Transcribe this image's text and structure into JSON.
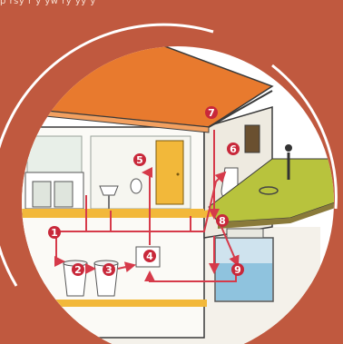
{
  "header": {
    "partial_text": "p rsy r y yw ry yy y"
  },
  "colors": {
    "background": "#c0593f",
    "circle": "#ffffff",
    "roof": "#e87a2e",
    "pipe": "#d63a4a",
    "marker": "#c8283a",
    "floor": "#f2b83a",
    "grass": "#b8c33d"
  },
  "markers": [
    {
      "id": "marker-1",
      "label": "1"
    },
    {
      "id": "marker-2",
      "label": "2"
    },
    {
      "id": "marker-3",
      "label": "3"
    },
    {
      "id": "marker-4",
      "label": "4"
    },
    {
      "id": "marker-5",
      "label": "5"
    },
    {
      "id": "marker-6",
      "label": "6"
    },
    {
      "id": "marker-7",
      "label": "7"
    },
    {
      "id": "marker-8",
      "label": "8"
    },
    {
      "id": "marker-9",
      "label": "9"
    }
  ]
}
